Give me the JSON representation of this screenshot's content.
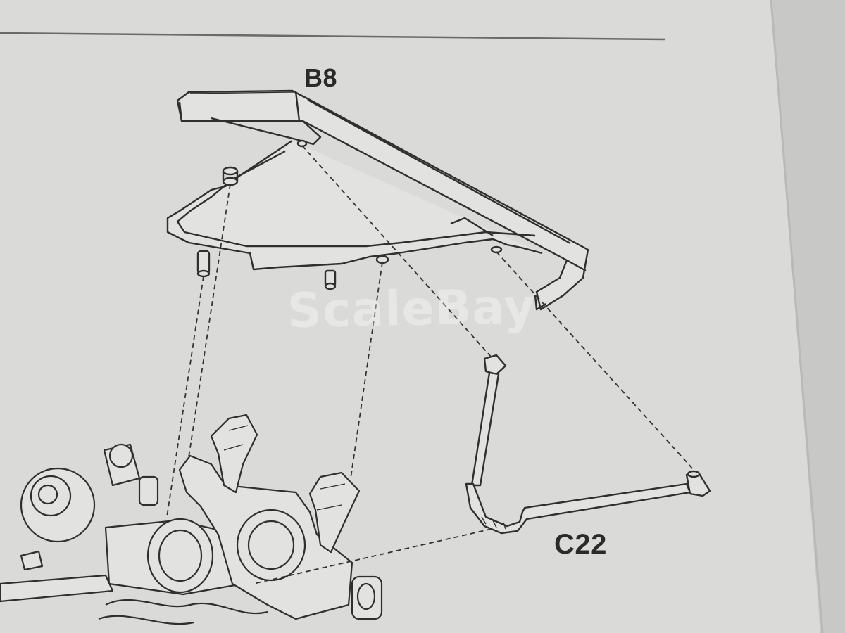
{
  "instruction_sheet": {
    "parts": [
      {
        "code": "B8"
      },
      {
        "code": "C22"
      }
    ],
    "watermark": "ScaleBay"
  },
  "colors": {
    "paper": "#d9d9d7",
    "ink": "#2a2a2a",
    "lines": "#3a3a3a",
    "watermark": "#ffffff"
  },
  "icons": [
    "stone-guard-part-b8",
    "mirror-bracket-part-c22",
    "engine-assembly",
    "assembly-guide-line"
  ]
}
